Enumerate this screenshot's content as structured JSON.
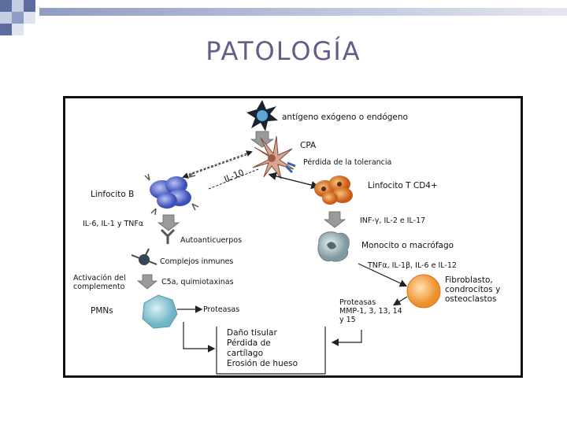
{
  "slide": {
    "title": "PATOLOGÍA"
  },
  "diagram": {
    "antigen": "antígeno exógeno o endógeno",
    "cpa": "CPA",
    "loss_tolerance": "Pérdida de la tolerancia",
    "il10": "IL-10",
    "b_cell": "Linfocito B",
    "t_cell": "Linfocito T CD4+",
    "b_cytokines": "IL-6, IL-1 y TNFα",
    "t_cytokines": "INF-γ, IL-2 e IL-17",
    "autoantibodies": "Autoanticuerpos",
    "monocyte": "Monocito o macrófago",
    "immune_complexes": "Complejos inmunes",
    "complement_activation": [
      "Activación del",
      "complemento"
    ],
    "c5a": "C5a, quimiotaxinas",
    "mono_cytokines": "TNFα, IL-1β, IL-6 e IL-12",
    "fibroblast": [
      "Fibroblasto,",
      "condrocitos y",
      "osteoclastos"
    ],
    "pmns": "PMNs",
    "proteases": "Proteasas",
    "proteases_mmp": [
      "Proteasas",
      "MMP-1, 3, 13, 14",
      "y 15"
    ],
    "outcome": [
      "Daño tisular",
      "Pérdida de",
      "cartílago",
      "Erosión de hueso"
    ]
  },
  "colors": {
    "title": "#6a5a86",
    "b_cell": "#4e63c8",
    "t_cell": "#e07a2a",
    "monocyte": "#9fb3b8",
    "pmn": "#8ec9d6",
    "fibro": "#f2a23a",
    "arrow": "#888888"
  }
}
